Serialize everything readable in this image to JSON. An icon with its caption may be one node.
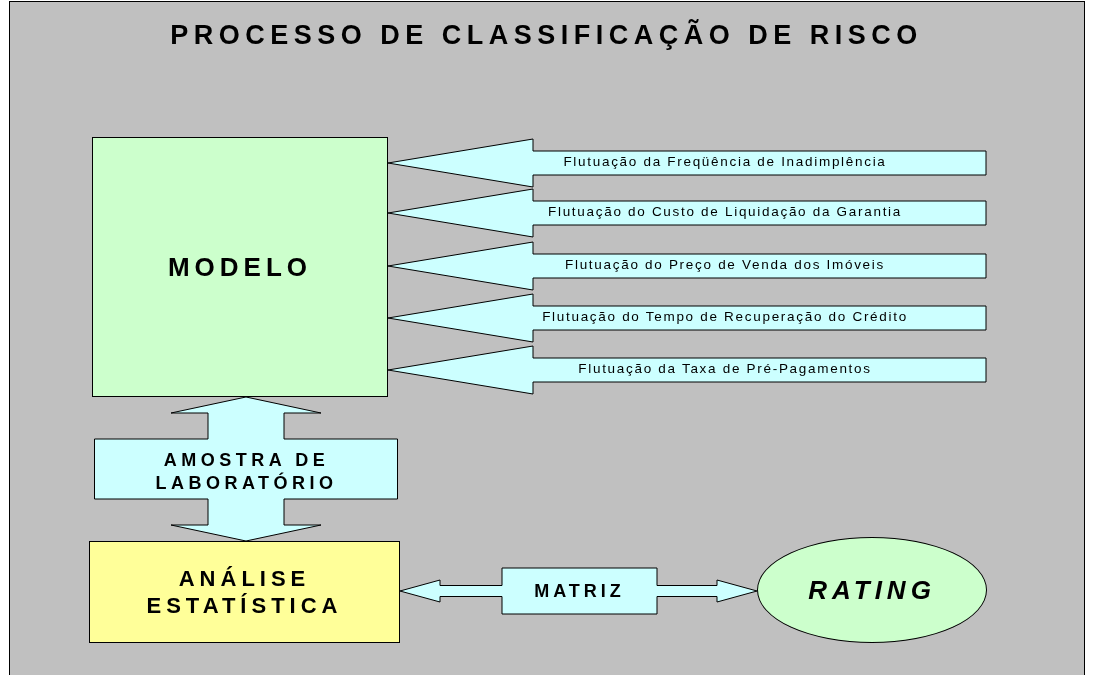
{
  "diagram": {
    "title": "PROCESSO DE CLASSIFICAÇÃO DE RISCO",
    "nodes": [
      {
        "text": [
          "MODELO"
        ]
      },
      {
        "text": [
          "ANÁLISE ESTATÍSTICA"
        ]
      },
      {
        "text": [
          "RATING"
        ]
      }
    ],
    "edges": [
      {
        "from": null,
        "to": 0,
        "arrow": "to",
        "label": "Flutuação da Freqüência de Inadimplência"
      },
      {
        "from": null,
        "to": 0,
        "arrow": "to",
        "label": "Flutuação do Custo de Liquidação da Garantia"
      },
      {
        "from": null,
        "to": 0,
        "arrow": "to",
        "label": "Flutuação do Preço de Venda dos Imóveis"
      },
      {
        "from": null,
        "to": 0,
        "arrow": "to",
        "label": "Flutuação do Tempo de Recuperação do Crédito"
      },
      {
        "from": null,
        "to": 0,
        "arrow": "to",
        "label": "Flutuação da Taxa de Pré-Pagamentos"
      },
      {
        "from": 0,
        "to": 1,
        "arrow": "both",
        "label": "AMOSTRA DE LABORATÓRIO"
      },
      {
        "from": 1,
        "to": 2,
        "arrow": "both",
        "label": "MATRIZ"
      }
    ]
  }
}
